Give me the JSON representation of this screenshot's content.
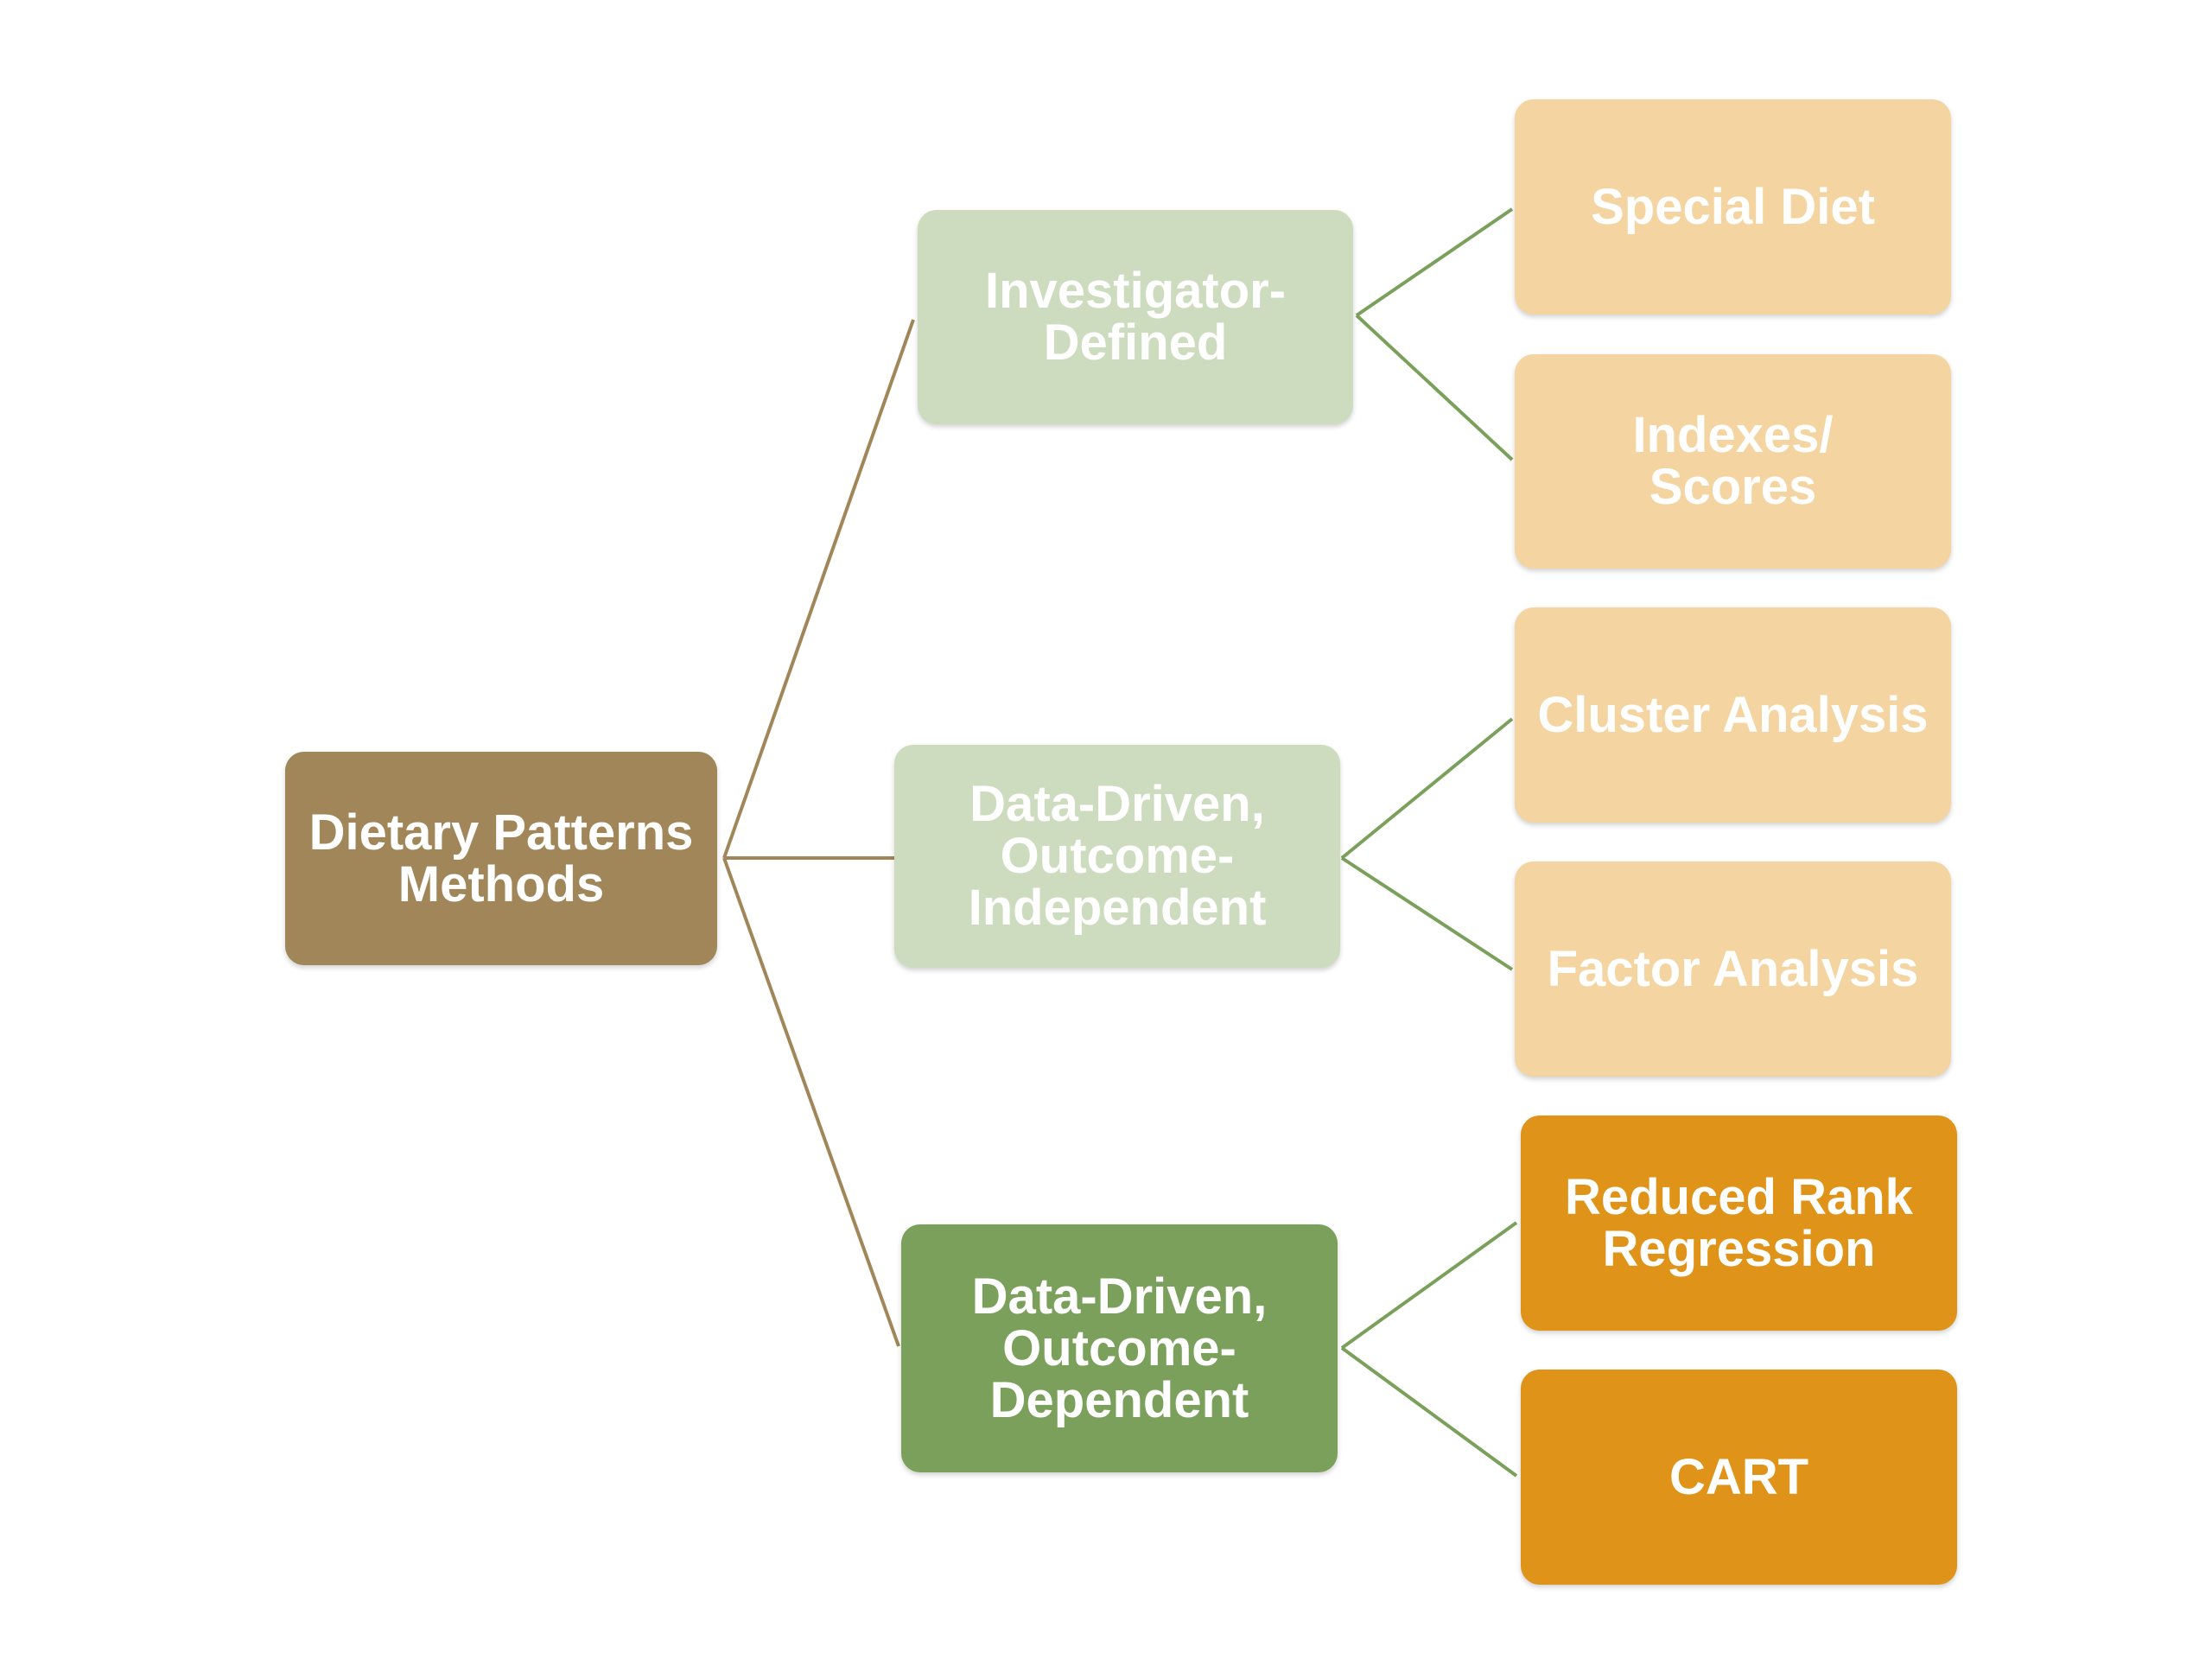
{
  "diagram": {
    "root": {
      "label": "Dietary Patterns\nMethods"
    },
    "categories": [
      {
        "label": "Investigator-\nDefined"
      },
      {
        "label": "Data-Driven,\nOutcome-\nIndependent"
      },
      {
        "label": "Data-Driven,\nOutcome-\nDependent"
      }
    ],
    "methods": [
      {
        "label": "Special Diet"
      },
      {
        "label": "Indexes/\nScores"
      },
      {
        "label": "Cluster Analysis"
      },
      {
        "label": "Factor Analysis"
      },
      {
        "label": "Reduced Rank\nRegression"
      },
      {
        "label": "CART"
      }
    ]
  },
  "colors": {
    "root": "#a08659",
    "category_light": "#cddcbf",
    "category_dark": "#7ba05b",
    "method_light": "#f4d5a2",
    "method_dark": "#df9318",
    "root_connector": "#a08659",
    "category_connector": "#7ba05b",
    "text": "#ffffff"
  }
}
